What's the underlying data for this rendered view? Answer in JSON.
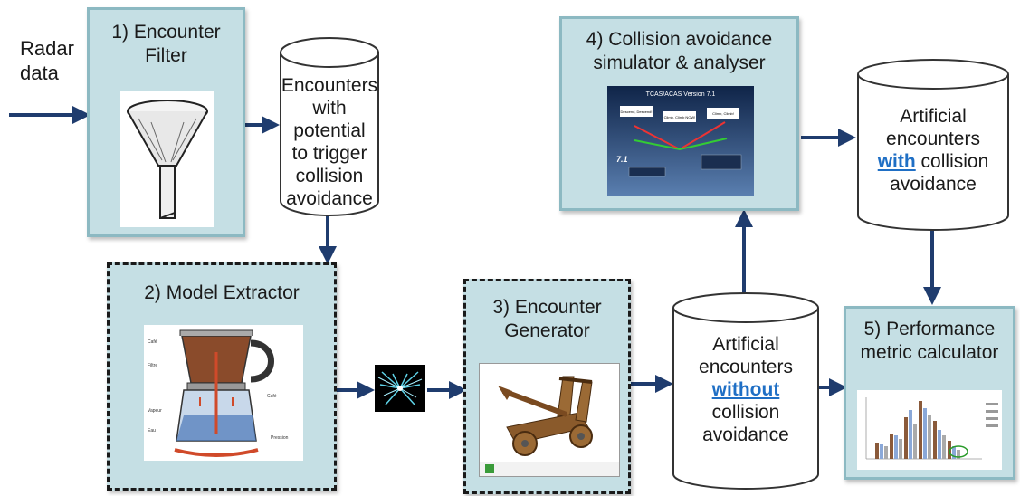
{
  "input_label": "Radar\ndata",
  "boxes": {
    "filter": {
      "title": "1) Encounter\nFilter"
    },
    "extractor": {
      "title": "2) Model Extractor"
    },
    "generator": {
      "title": "3) Encounter\nGenerator"
    },
    "simulator": {
      "title": "4) Collision avoidance\nsimulator & analyser"
    },
    "performance": {
      "title": "5) Performance\nmetric calculator"
    }
  },
  "cylinders": {
    "potential": {
      "lines": [
        "Encounters",
        "with potential",
        "to trigger",
        "collision",
        "avoidance"
      ]
    },
    "without": {
      "line1": "Artificial",
      "line2": "encounters",
      "emph": "without",
      "line4": "collision",
      "line5": "avoidance"
    },
    "with": {
      "line1": "Artificial",
      "line2": "encounters",
      "emph": "with",
      "rest": " collision",
      "line4": "avoidance"
    }
  },
  "screenshot": {
    "title": "TCAS/ACAS Version 7.1",
    "callout1": "Descend, Descend!",
    "callout2": "Climb, Climb NOW!",
    "callout3": "Climb, Climb!",
    "version": "7.1"
  },
  "colors": {
    "arrow": "#1f3c6e",
    "box_fill": "#c5dfe4",
    "emphasis": "#1f6fc5"
  }
}
